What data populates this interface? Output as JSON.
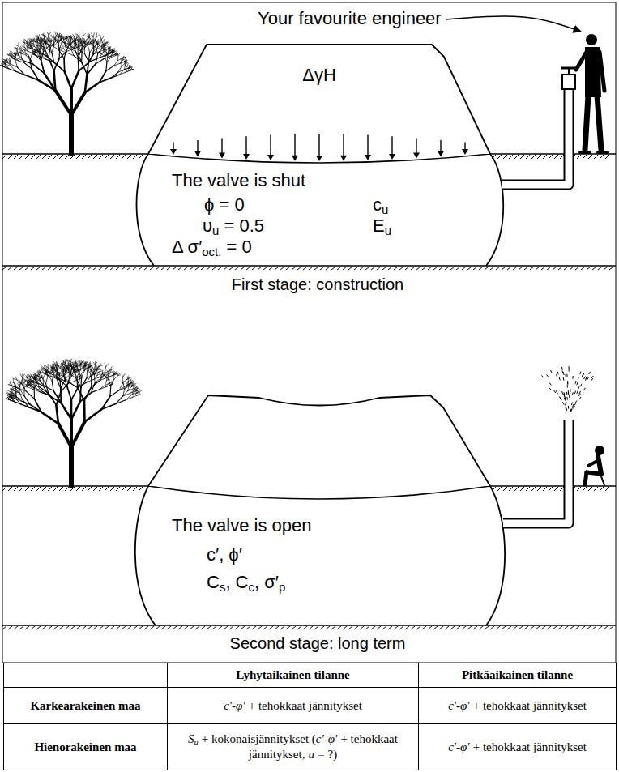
{
  "diagram": {
    "labels": [
      "Your favourite engineer",
      "ΔγH",
      "The valve is shut",
      "ϕ = 0",
      "c",
      "u",
      "υ",
      "u",
      "= 0.5",
      "E",
      "u",
      "Δ σ′",
      "oct.",
      "= 0",
      "First stage: construction",
      "The valve is open",
      "c′, ϕ′",
      "C",
      "s",
      ", C",
      "c",
      ", σ′",
      "p",
      "Second stage: long term",
      "Lyhytaikainen tilanne",
      "Pitkäaikainen tilanne",
      "Karkearakeinen maa",
      "c'-φ'",
      "+ tehokkaat jännitykset",
      "c'-φ'",
      "+ tehokkaat jännitykset",
      "Hienorakeinen maa",
      "S",
      "u",
      "+ kokonaisjännitykset (",
      "c'-φ'",
      "+ tehokkaat jännitykset,",
      "u",
      "= ?)",
      "c'-φ'",
      "+ tehokkaat jännitykset"
    ]
  }
}
